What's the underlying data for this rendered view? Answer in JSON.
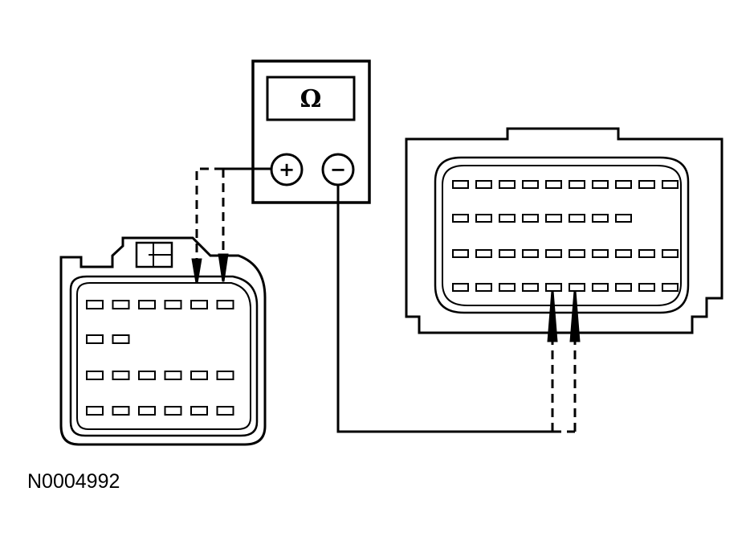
{
  "meter": {
    "display_symbol": "Ω",
    "positive_terminal": "+",
    "negative_terminal": "−"
  },
  "left_connector": {
    "row_pin_counts": [
      6,
      2,
      6,
      6
    ],
    "probed_pins": [
      {
        "row": 1,
        "pin": 5
      },
      {
        "row": 1,
        "pin": 6
      }
    ]
  },
  "right_connector": {
    "row_pin_counts": [
      10,
      8,
      10,
      10
    ],
    "probed_pins": [
      {
        "row": 4,
        "pin": 5
      },
      {
        "row": 4,
        "pin": 6
      }
    ]
  },
  "figure_id": "N0004992",
  "colors": {
    "line": "#000000",
    "background": "#ffffff"
  }
}
